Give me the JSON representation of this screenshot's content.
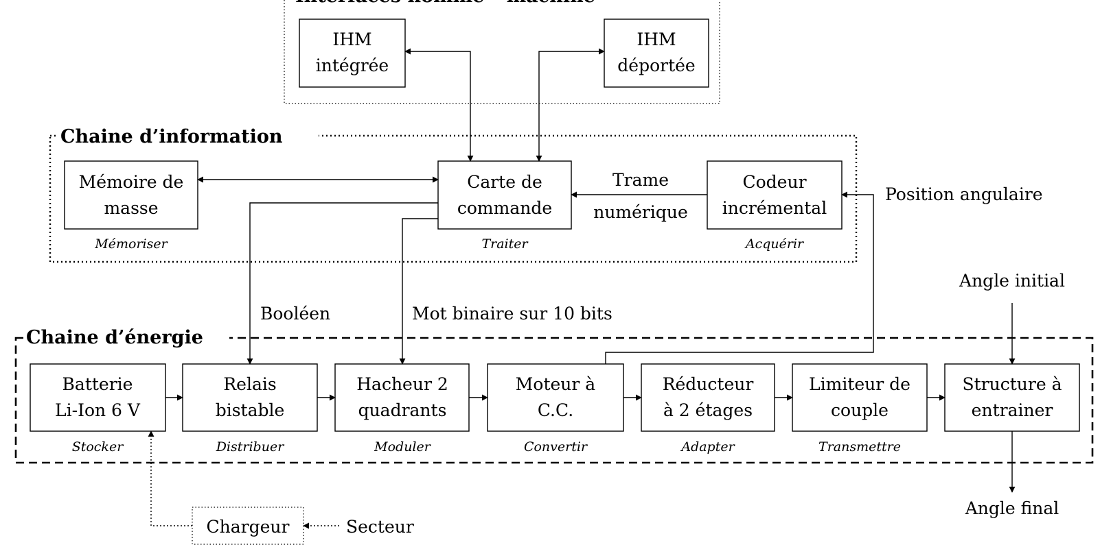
{
  "groups": {
    "ihm": "Interfaces homme – machine",
    "information": "Chaine d’information",
    "energie": "Chaine d’énergie"
  },
  "ihm_blocks": [
    {
      "lines": [
        "IHM",
        "intégrée"
      ]
    },
    {
      "lines": [
        "IHM",
        "déportée"
      ]
    }
  ],
  "info_blocks": [
    {
      "lines": [
        "Mémoire de",
        "masse"
      ],
      "function": "Mémoriser"
    },
    {
      "lines": [
        "Carte de",
        "commande"
      ],
      "function": "Traiter"
    },
    {
      "lines": [
        "Codeur",
        "incrémental"
      ],
      "function": "Acquérir"
    }
  ],
  "energy_blocks": [
    {
      "lines": [
        "Batterie",
        "Li-Ion 6 V"
      ],
      "function": "Stocker"
    },
    {
      "lines": [
        "Relais",
        "bistable"
      ],
      "function": "Distribuer"
    },
    {
      "lines": [
        "Hacheur 2",
        "quadrants"
      ],
      "function": "Moduler"
    },
    {
      "lines": [
        "Moteur à",
        "C.C."
      ],
      "function": "Convertir"
    },
    {
      "lines": [
        "Réducteur",
        "à 2 étages"
      ],
      "function": "Adapter"
    },
    {
      "lines": [
        "Limiteur de",
        "couple"
      ],
      "function": "Transmettre"
    },
    {
      "lines": [
        "Structure à",
        "entrainer"
      ],
      "function": ""
    }
  ],
  "charger": "Chargeur",
  "flow_labels": {
    "trame": [
      "Trame",
      "numérique"
    ],
    "position": "Position angulaire",
    "booleen": "Booléen",
    "mot_binaire": "Mot binaire sur 10 bits",
    "angle_initial": "Angle initial",
    "angle_final": "Angle final",
    "secteur": "Secteur"
  }
}
